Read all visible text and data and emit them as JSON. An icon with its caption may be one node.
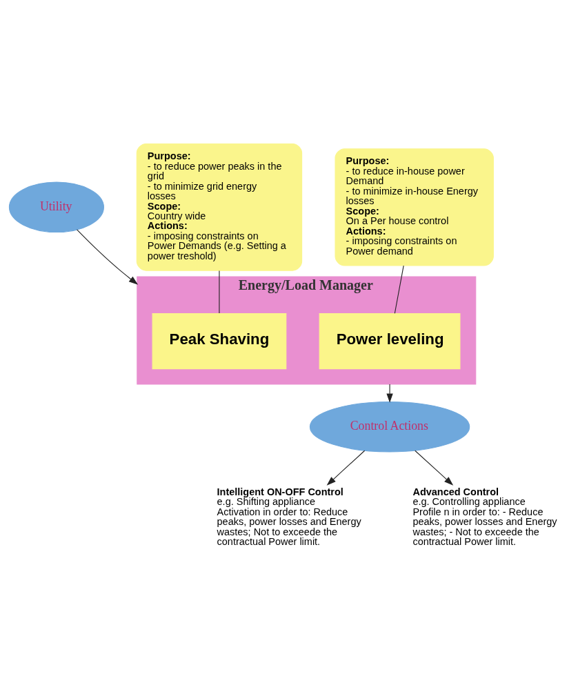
{
  "diagram": {
    "nodes": [
      {
        "text": [
          "Utility"
        ]
      },
      {
        "text": [
          "Purpose:",
          "- to reduce power peaks in the grid",
          "- to minimize grid energy losses",
          "Scope:",
          "Country wide",
          "Actions:",
          "- imposing constraints on Power Demands (e.g. Setting a power treshold)"
        ]
      },
      {
        "text": [
          "Energy/Load Manager"
        ]
      },
      {
        "text": [
          "Peak Shaving"
        ],
        "in": 2
      },
      {
        "text": [
          "Power leveling"
        ],
        "in": 2
      },
      {
        "text": [
          "Intelligent ON-OFF Control",
          "e.g. Shifting appliance Activation in order to: Reduce peaks, power losses and Energy wastes; Not to exceede the contractual Power limit."
        ]
      },
      {
        "text": [
          "Control Actions"
        ]
      },
      {
        "text": [
          "Advanced Control",
          "e.g. Controlling appliance Profile n in order to: - Reduce peaks, power losses and Energy wastes; - Not to exceede the contractual Power limit."
        ]
      },
      {
        "text": [
          "Purpose:",
          "- to reduce in-house power Demand",
          "- to minimize in-house Energy losses",
          "Scope:",
          "On a Per house control",
          "Actions:",
          "- imposing constraints on Power demand"
        ]
      }
    ],
    "edges": [
      {
        "from": 0,
        "to": 2,
        "arrow": "to"
      },
      {
        "from": 1,
        "to": 3,
        "arrow": "none"
      },
      {
        "from": 2,
        "to": 6,
        "arrow": "to"
      },
      {
        "from": 6,
        "to": 5,
        "arrow": "to"
      },
      {
        "from": 6,
        "to": 7,
        "arrow": "to"
      },
      {
        "from": 8,
        "to": 4,
        "arrow": "none"
      }
    ]
  }
}
